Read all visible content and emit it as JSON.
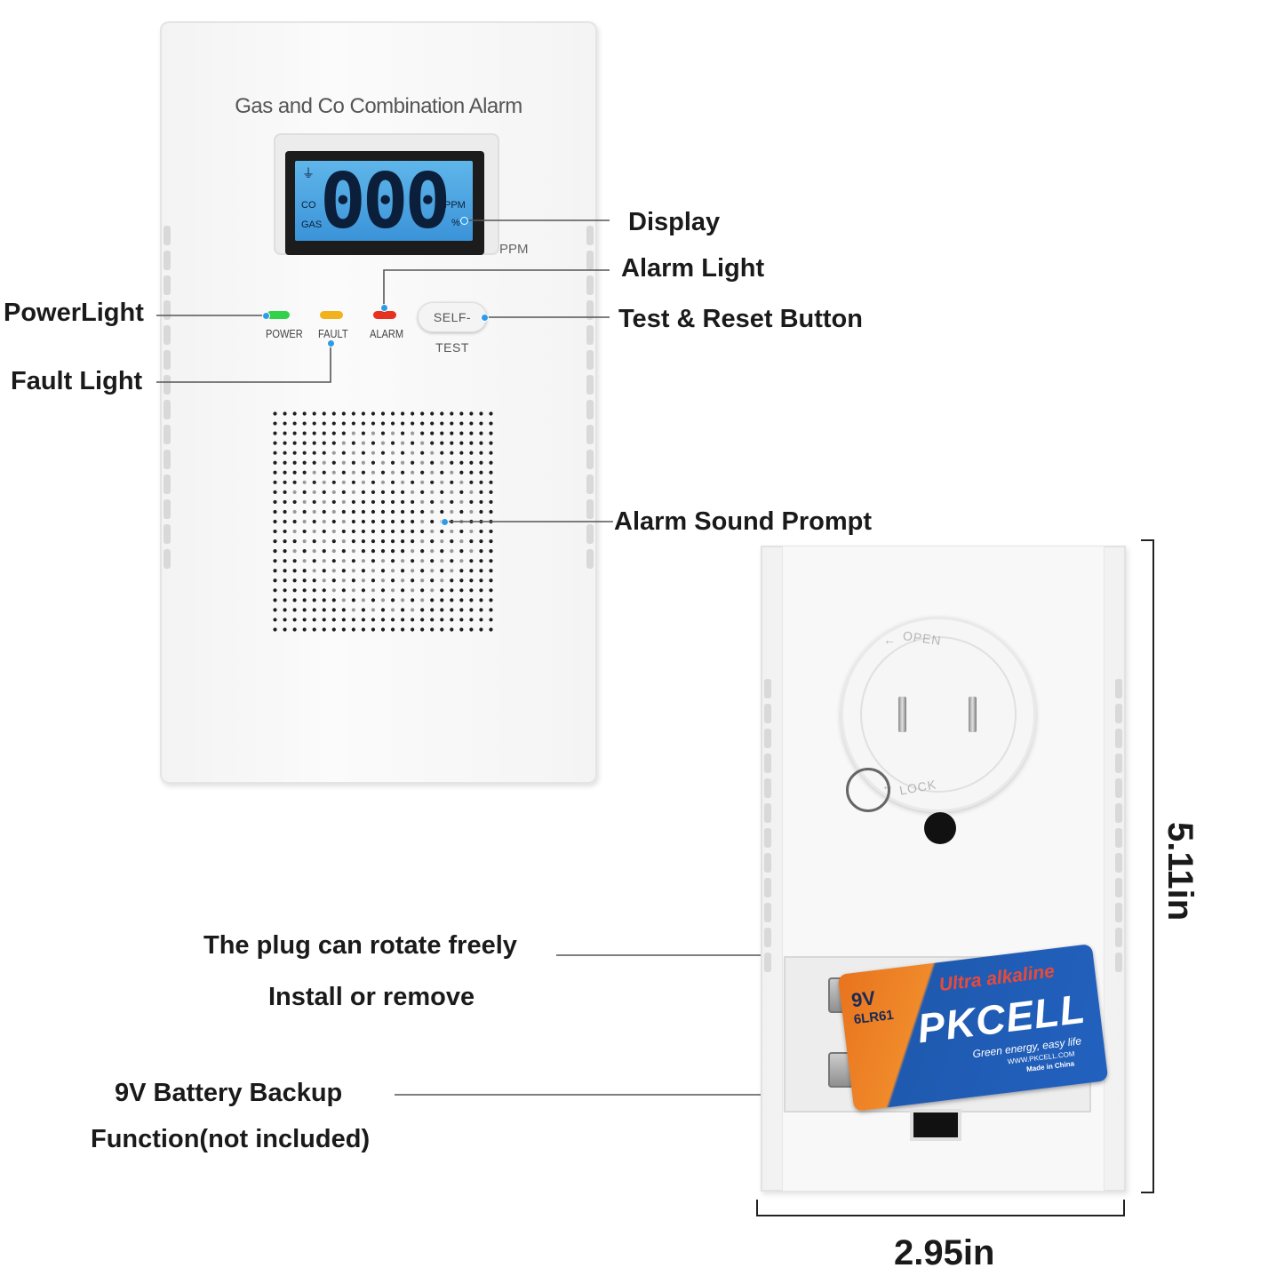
{
  "front": {
    "title": "Gas and Co Combination Alarm",
    "lcd": {
      "digits": "000",
      "co": "CO",
      "gas": "GAS",
      "ppm": "PPM",
      "percent": "%"
    },
    "unit_below_display": "PPM",
    "leds": {
      "power": {
        "label": "POWER",
        "color": "#31d14a"
      },
      "fault": {
        "label": "FAULT",
        "color": "#f2b21e"
      },
      "alarm": {
        "label": "ALARM",
        "color": "#e8321f"
      }
    },
    "button_label": "SELF-TEST"
  },
  "callouts": {
    "display": "Display",
    "alarm_light": "Alarm Light",
    "power_light": "PowerLight",
    "test_reset": "Test & Reset Button",
    "fault_light": "Fault Light",
    "alarm_sound": "Alarm Sound Prompt",
    "plug_rotate": "The plug can rotate freely",
    "install_remove": "Install or remove",
    "battery_line1": "9V Battery Backup",
    "battery_line2": "Function(not included)"
  },
  "back": {
    "open_label": "OPEN",
    "lock_label": "LOCK",
    "battery": {
      "voltage": "9V",
      "model": "6LR61",
      "series": "Ultra alkaline",
      "brand": "PKCELL",
      "slogan": "Green energy, easy life",
      "website": "WWW.PKCELL.COM",
      "made_in": "Made in China"
    }
  },
  "dimensions": {
    "height": "5.11in",
    "width": "2.95in"
  },
  "colors": {
    "accent_dot": "#2e9be6",
    "lcd_blue": "#4aa5e2"
  }
}
